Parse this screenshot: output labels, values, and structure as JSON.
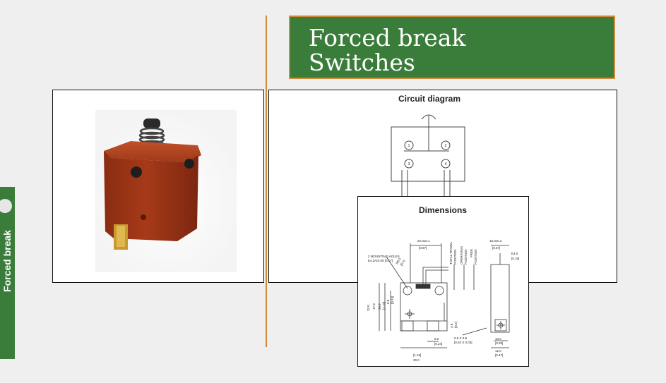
{
  "title": {
    "line1": "Forced break",
    "line2": "Switches"
  },
  "side_tab": {
    "label": "Forced break"
  },
  "circuit": {
    "title": "Circuit diagram",
    "terminals": [
      "1",
      "2",
      "3",
      "4"
    ]
  },
  "dimensions": {
    "title": "Dimensions",
    "labels": {
      "mounting_holes_1": "2 MOUNTING HOLES",
      "mounting_holes_2": "E4.3A(0.05 [0.17]",
      "width_top": "22.0±0.1",
      "width_top_in": "[0.87]",
      "total_travel": "TOTAL TRAVEL",
      "travel_position": "POSITION",
      "operating": "OPERATING",
      "operating_position": "POSITION",
      "free": "FREE",
      "free_position": "POSITION",
      "side_width": "15.0±0.2",
      "side_width_in": "[0.57]",
      "dia": "E4.0",
      "dia_in": "[0.16]",
      "radius": "R8.5",
      "radius_in": "[0.1]",
      "h1": "32.0",
      "h2": "17.8",
      "h3": "26.2",
      "h3_in": "[1.10]",
      "h4": "6.0",
      "h4_in": "[0.24]",
      "h5": "4.8",
      "h5_in": "[0.2]",
      "w_tab": "6.0",
      "w_tab_in": "[0.24]",
      "w_total": "30.0",
      "w_total_in": "[1.18]",
      "tab": "0.5 X 0.8",
      "tab_in": "[0.20 X 0.03]",
      "side_a": "10.0",
      "side_a_in": "[0.39]",
      "side_b": "12.0",
      "side_b_in": "[0.47]"
    }
  },
  "colors": {
    "green": "#3a7d3a",
    "orange": "#d08a3a",
    "background": "#efefef"
  }
}
